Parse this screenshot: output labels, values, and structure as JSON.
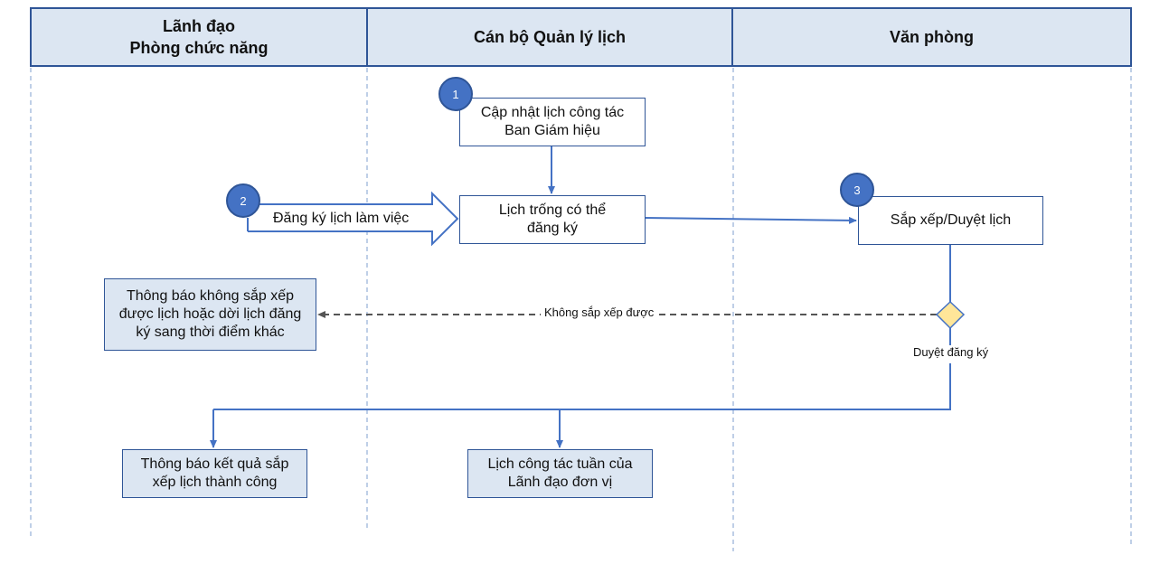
{
  "lanes": {
    "lane1_line1": "Lãnh đạo",
    "lane1_line2": "Phòng chức năng",
    "lane2": "Cán bộ Quản lý lịch",
    "lane3": "Văn phòng"
  },
  "steps": {
    "step1_badge": "1",
    "step1_line1": "Cập nhật lịch công tác",
    "step1_line2": "Ban Giám hiệu",
    "step2_badge": "2",
    "step2_arrow_label": "Đăng ký lịch làm việc",
    "available_line1": "Lịch trống có thể",
    "available_line2": "đăng ký",
    "step3_badge": "3",
    "step3_label": "Sắp xếp/Duyệt lịch"
  },
  "outcomes": {
    "reject_label": "Không sắp xếp được",
    "approve_label": "Duyệt đăng ký",
    "notify_fail_line1": "Thông báo không sắp xếp",
    "notify_fail_line2": "được lịch hoặc dời lịch đăng",
    "notify_fail_line3": "ký sang thời điểm khác",
    "notify_ok_line1": "Thông báo kết quả sắp",
    "notify_ok_line2": "xếp lịch thành công",
    "weekly_line1": "Lịch công tác tuần của",
    "weekly_line2": "Lãnh đạo đơn vị"
  },
  "colors": {
    "header_fill": "#dce6f2",
    "border": "#2f5597",
    "badge": "#4472c4",
    "decision": "#ffe699"
  }
}
